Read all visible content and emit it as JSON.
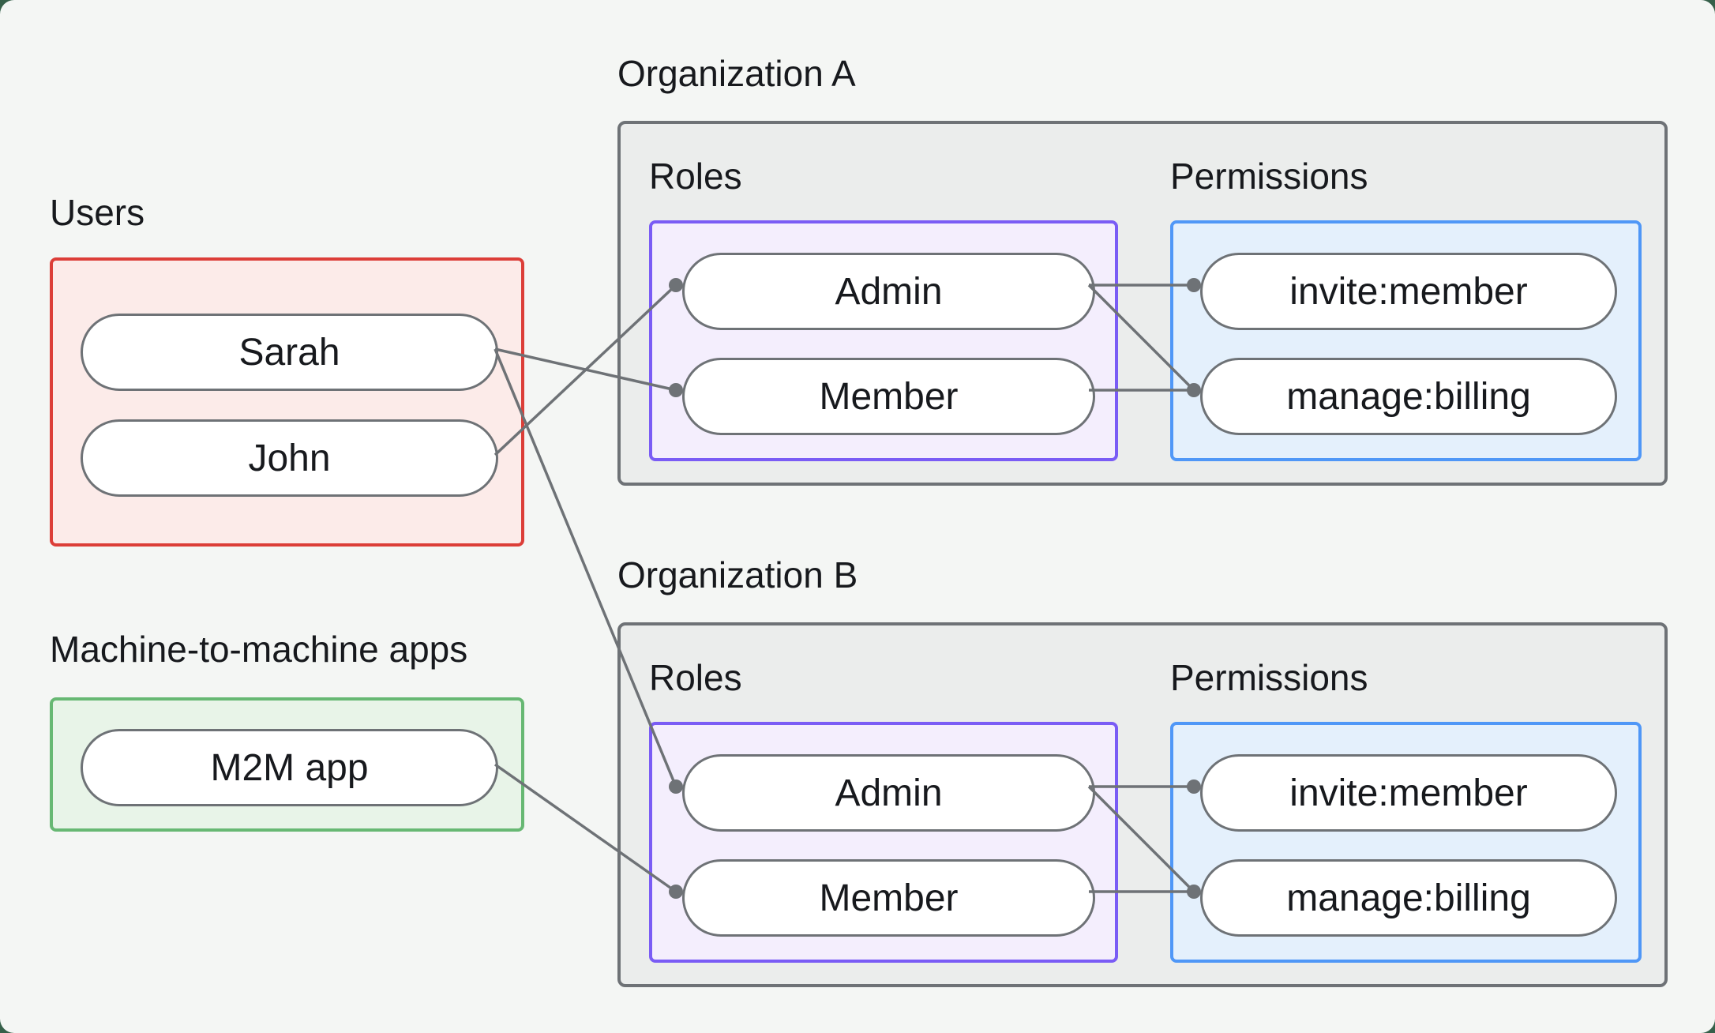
{
  "colors": {
    "frame": "#36604a",
    "canvas": "#f4f6f4",
    "text": "#17191d",
    "gray": "#6e7276",
    "org-fill": "#ebedec",
    "red": "#dc3e38",
    "red-fill": "#fcebe9",
    "green": "#67b873",
    "green-fill": "#e8f4e8",
    "purple": "#7a5cf5",
    "purple-fill": "#f4eefd",
    "blue": "#4f97f7",
    "blue-fill": "#e4f0fc"
  },
  "users_group": {
    "label": "Users",
    "items": [
      {
        "label": "Sarah"
      },
      {
        "label": "John"
      }
    ]
  },
  "m2m_group": {
    "label": "Machine-to-machine apps",
    "items": [
      {
        "label": "M2M app"
      }
    ]
  },
  "organizations": [
    {
      "title": "Organization A",
      "roles": {
        "label": "Roles",
        "items": [
          {
            "label": "Admin"
          },
          {
            "label": "Member"
          }
        ]
      },
      "permissions": {
        "label": "Permissions",
        "items": [
          {
            "label": "invite:member"
          },
          {
            "label": "manage:billing"
          }
        ]
      }
    },
    {
      "title": "Organization B",
      "roles": {
        "label": "Roles",
        "items": [
          {
            "label": "Admin"
          },
          {
            "label": "Member"
          }
        ]
      },
      "permissions": {
        "label": "Permissions",
        "items": [
          {
            "label": "invite:member"
          },
          {
            "label": "manage:billing"
          }
        ]
      }
    }
  ],
  "connections": [
    {
      "from": "Sarah",
      "to": "Organization A / Member"
    },
    {
      "from": "John",
      "to": "Organization A / Admin"
    },
    {
      "from": "Sarah",
      "to": "Organization B / Admin"
    },
    {
      "from": "M2M app",
      "to": "Organization B / Member"
    },
    {
      "from": "Organization A / Admin",
      "to": "Organization A / invite:member"
    },
    {
      "from": "Organization A / Admin",
      "to": "Organization A / manage:billing"
    },
    {
      "from": "Organization A / Member",
      "to": "Organization A / manage:billing"
    },
    {
      "from": "Organization B / Admin",
      "to": "Organization B / invite:member"
    },
    {
      "from": "Organization B / Admin",
      "to": "Organization B / manage:billing"
    },
    {
      "from": "Organization B / Member",
      "to": "Organization B / manage:billing"
    }
  ]
}
